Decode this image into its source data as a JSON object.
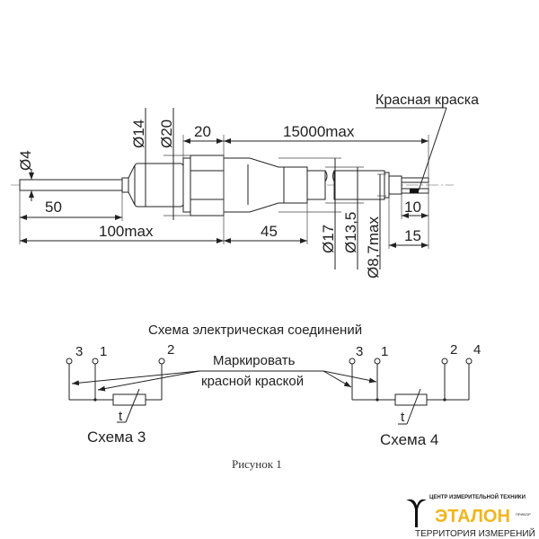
{
  "drawing": {
    "dimensions": {
      "d4": "Ø4",
      "d14": "Ø14",
      "d20": "Ø20",
      "d17": "Ø17",
      "d13_5": "Ø13,5",
      "d8_7max": "Ø8,7max",
      "len50": "50",
      "len100max": "100max",
      "len45": "45",
      "len20": "20",
      "len15000max": "15000max",
      "len10": "10",
      "len15": "15"
    },
    "red_paint_label": "Красная краска"
  },
  "schematic": {
    "title": "Схема электрическая соединений",
    "marking_line1": "Маркировать",
    "marking_line2": "красной краской",
    "scheme3": {
      "label": "Схема 3",
      "terminals": [
        "3",
        "1",
        "2"
      ],
      "t": "t"
    },
    "scheme4": {
      "label": "Схема 4",
      "terminals": [
        "3",
        "1",
        "2",
        "4"
      ],
      "t": "t"
    }
  },
  "caption": "Рисунок 1",
  "logo": {
    "top": "ЦЕНТР ИЗМЕРИТЕЛЬНОЙ ТЕХНИКИ",
    "name": "ЭТАЛОН",
    "badge": "ПРИБОР",
    "bottom": "ТЕРРИТОРИЯ ИЗМЕРЕНИЙ",
    "accent": "#f2b51c"
  }
}
